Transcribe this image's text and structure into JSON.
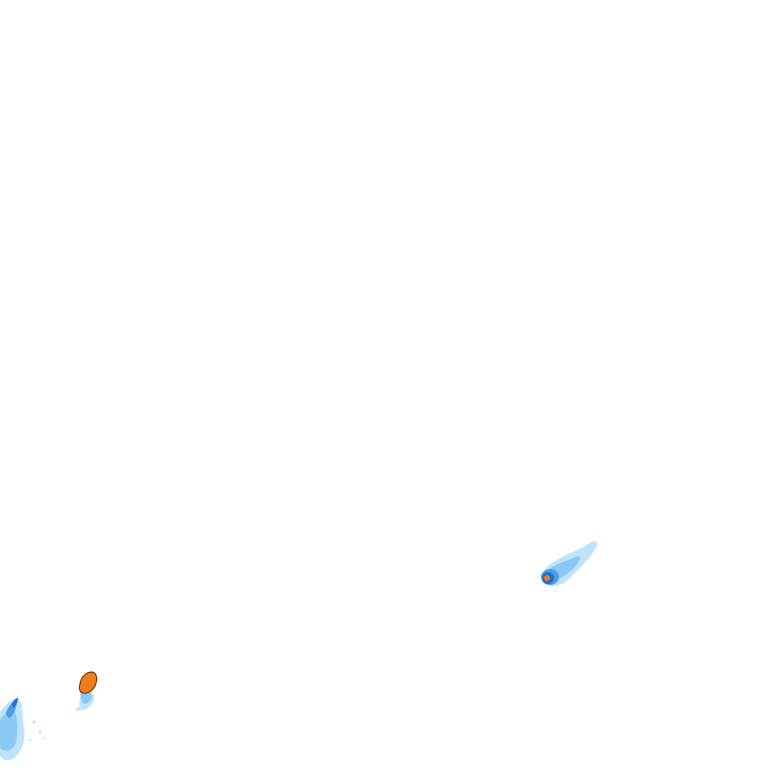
{
  "map": {
    "background": "#ffffff",
    "palette": {
      "light": "#bfe3fb",
      "mid": "#8cc8f4",
      "strong": "#4aa0e8",
      "deep": "#1f6fcf",
      "hot": "#f07c1c",
      "hot_edge": "#7a3a06"
    },
    "cells": [
      {
        "id": "cell-east",
        "peak_level": "light-hot"
      },
      {
        "id": "cell-southwest",
        "peak_level": "hot"
      },
      {
        "id": "cell-edge-left",
        "peak_level": "strong"
      }
    ]
  }
}
